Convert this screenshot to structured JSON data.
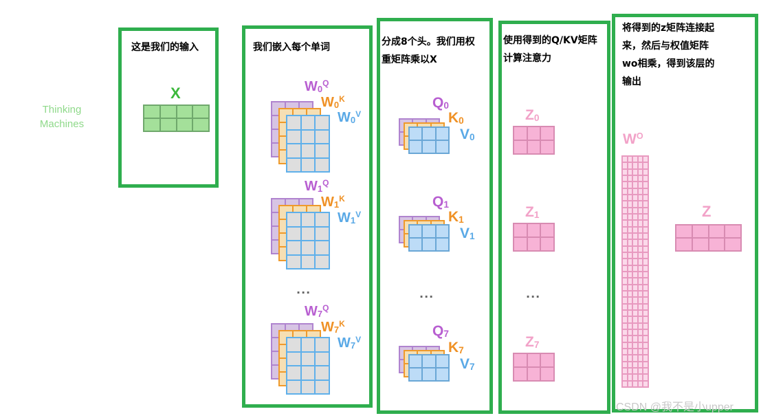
{
  "input_text": [
    "Thinking",
    "Machines"
  ],
  "panels": {
    "input": {
      "heading": "这是我们的输入",
      "x_label": "X"
    },
    "embed": {
      "heading": "我们嵌入每个单词",
      "weights": [
        {
          "base": "W",
          "index": "0"
        },
        {
          "base": "W",
          "index": "1"
        },
        {
          "base": "W",
          "index": "7"
        }
      ],
      "sup_q": "Q",
      "sup_k": "K",
      "sup_v": "V",
      "ellipsis": "..."
    },
    "heads": {
      "heading": "分成8个头。我们用权\n重矩阵乘以X",
      "items": [
        {
          "q": "Q",
          "k": "K",
          "v": "V",
          "index": "0"
        },
        {
          "q": "Q",
          "k": "K",
          "v": "V",
          "index": "1"
        },
        {
          "q": "Q",
          "k": "K",
          "v": "V",
          "index": "7"
        }
      ],
      "ellipsis": "..."
    },
    "attention": {
      "heading": "使用得到的Q/KV矩阵\n计算注意力",
      "items": [
        {
          "base": "Z",
          "index": "0"
        },
        {
          "base": "Z",
          "index": "1"
        },
        {
          "base": "Z",
          "index": "7"
        }
      ],
      "ellipsis": "..."
    },
    "output": {
      "heading": "将得到的z矩阵连接起\n来，然后与权值矩阵\nwo相乘，得到该层的\n输出",
      "wo_base": "W",
      "wo_sup": "O",
      "z_label": "Z"
    }
  },
  "watermark": "CSDN @我不是小upper",
  "colors": {
    "panel_border": "#2fae4e",
    "input_text": "#8fd98a",
    "x_label": "#3cb83c",
    "purple": "#b85fd1",
    "orange": "#ef9125",
    "blue": "#5aa9e6",
    "pink": "#f2a2c8"
  }
}
